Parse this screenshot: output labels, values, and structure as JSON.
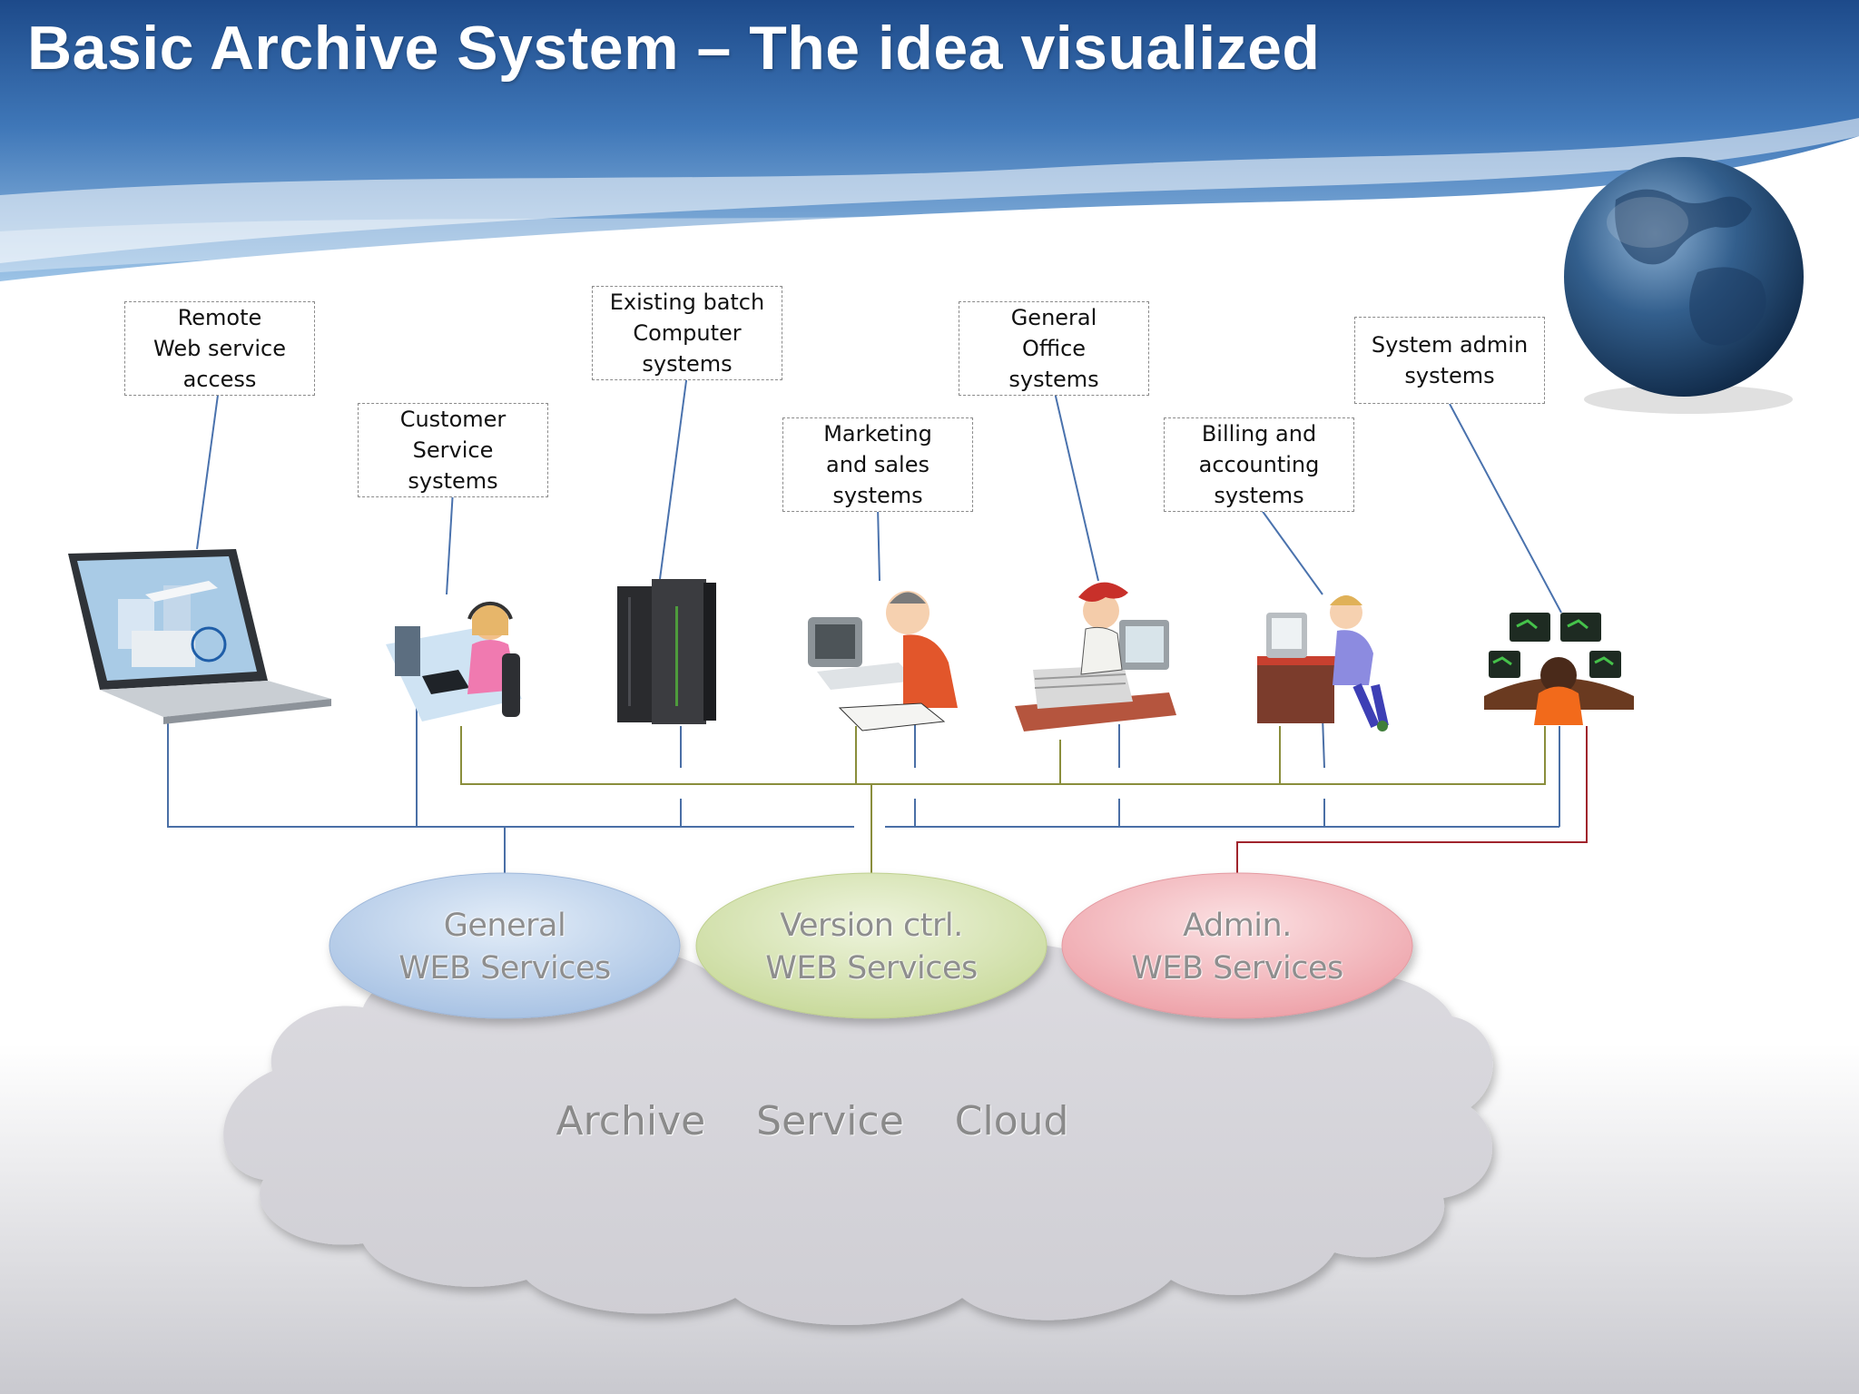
{
  "slide": {
    "title": "Basic Archive System – The idea visualized"
  },
  "systems": [
    {
      "id": "remote-web",
      "lines": [
        "Remote",
        "Web service",
        "access"
      ],
      "icon": "laptop-icon"
    },
    {
      "id": "customer-service",
      "lines": [
        "Customer",
        "Service",
        "systems"
      ],
      "icon": "call-center-agent-icon"
    },
    {
      "id": "batch-computer",
      "lines": [
        "Existing batch",
        "Computer",
        "systems"
      ],
      "icon": "server-tower-icon"
    },
    {
      "id": "marketing-sales",
      "lines": [
        "Marketing",
        "and sales",
        "systems"
      ],
      "icon": "busy-office-worker-icon"
    },
    {
      "id": "general-office",
      "lines": [
        "General",
        "Office",
        "systems"
      ],
      "icon": "paperwork-clerk-icon"
    },
    {
      "id": "billing-accounting",
      "lines": [
        "Billing and",
        "accounting",
        "systems"
      ],
      "icon": "accountant-at-desk-icon"
    },
    {
      "id": "system-admin",
      "lines": [
        "System admin",
        "systems"
      ],
      "icon": "operator-console-icon"
    }
  ],
  "services": [
    {
      "id": "general",
      "lines": [
        "General",
        "WEB Services"
      ],
      "color": "#b9cfe9"
    },
    {
      "id": "version",
      "lines": [
        "Version ctrl.",
        "WEB Services"
      ],
      "color": "#d6e4b4"
    },
    {
      "id": "admin",
      "lines": [
        "Admin.",
        "WEB Services"
      ],
      "color": "#f2b8bd"
    }
  ],
  "cloud": {
    "label": "Archive  Service  Cloud",
    "color": "#d8d7dc"
  },
  "connectors": {
    "general_color": "#4a6fa6",
    "version_color": "#8a8e3c",
    "admin_color": "#a0242c",
    "label_link_color": "#4a72ad"
  },
  "header": {
    "top_color": "#1d4a8a",
    "mid_color": "#4f8bcb",
    "globe_icon": "globe-icon"
  }
}
